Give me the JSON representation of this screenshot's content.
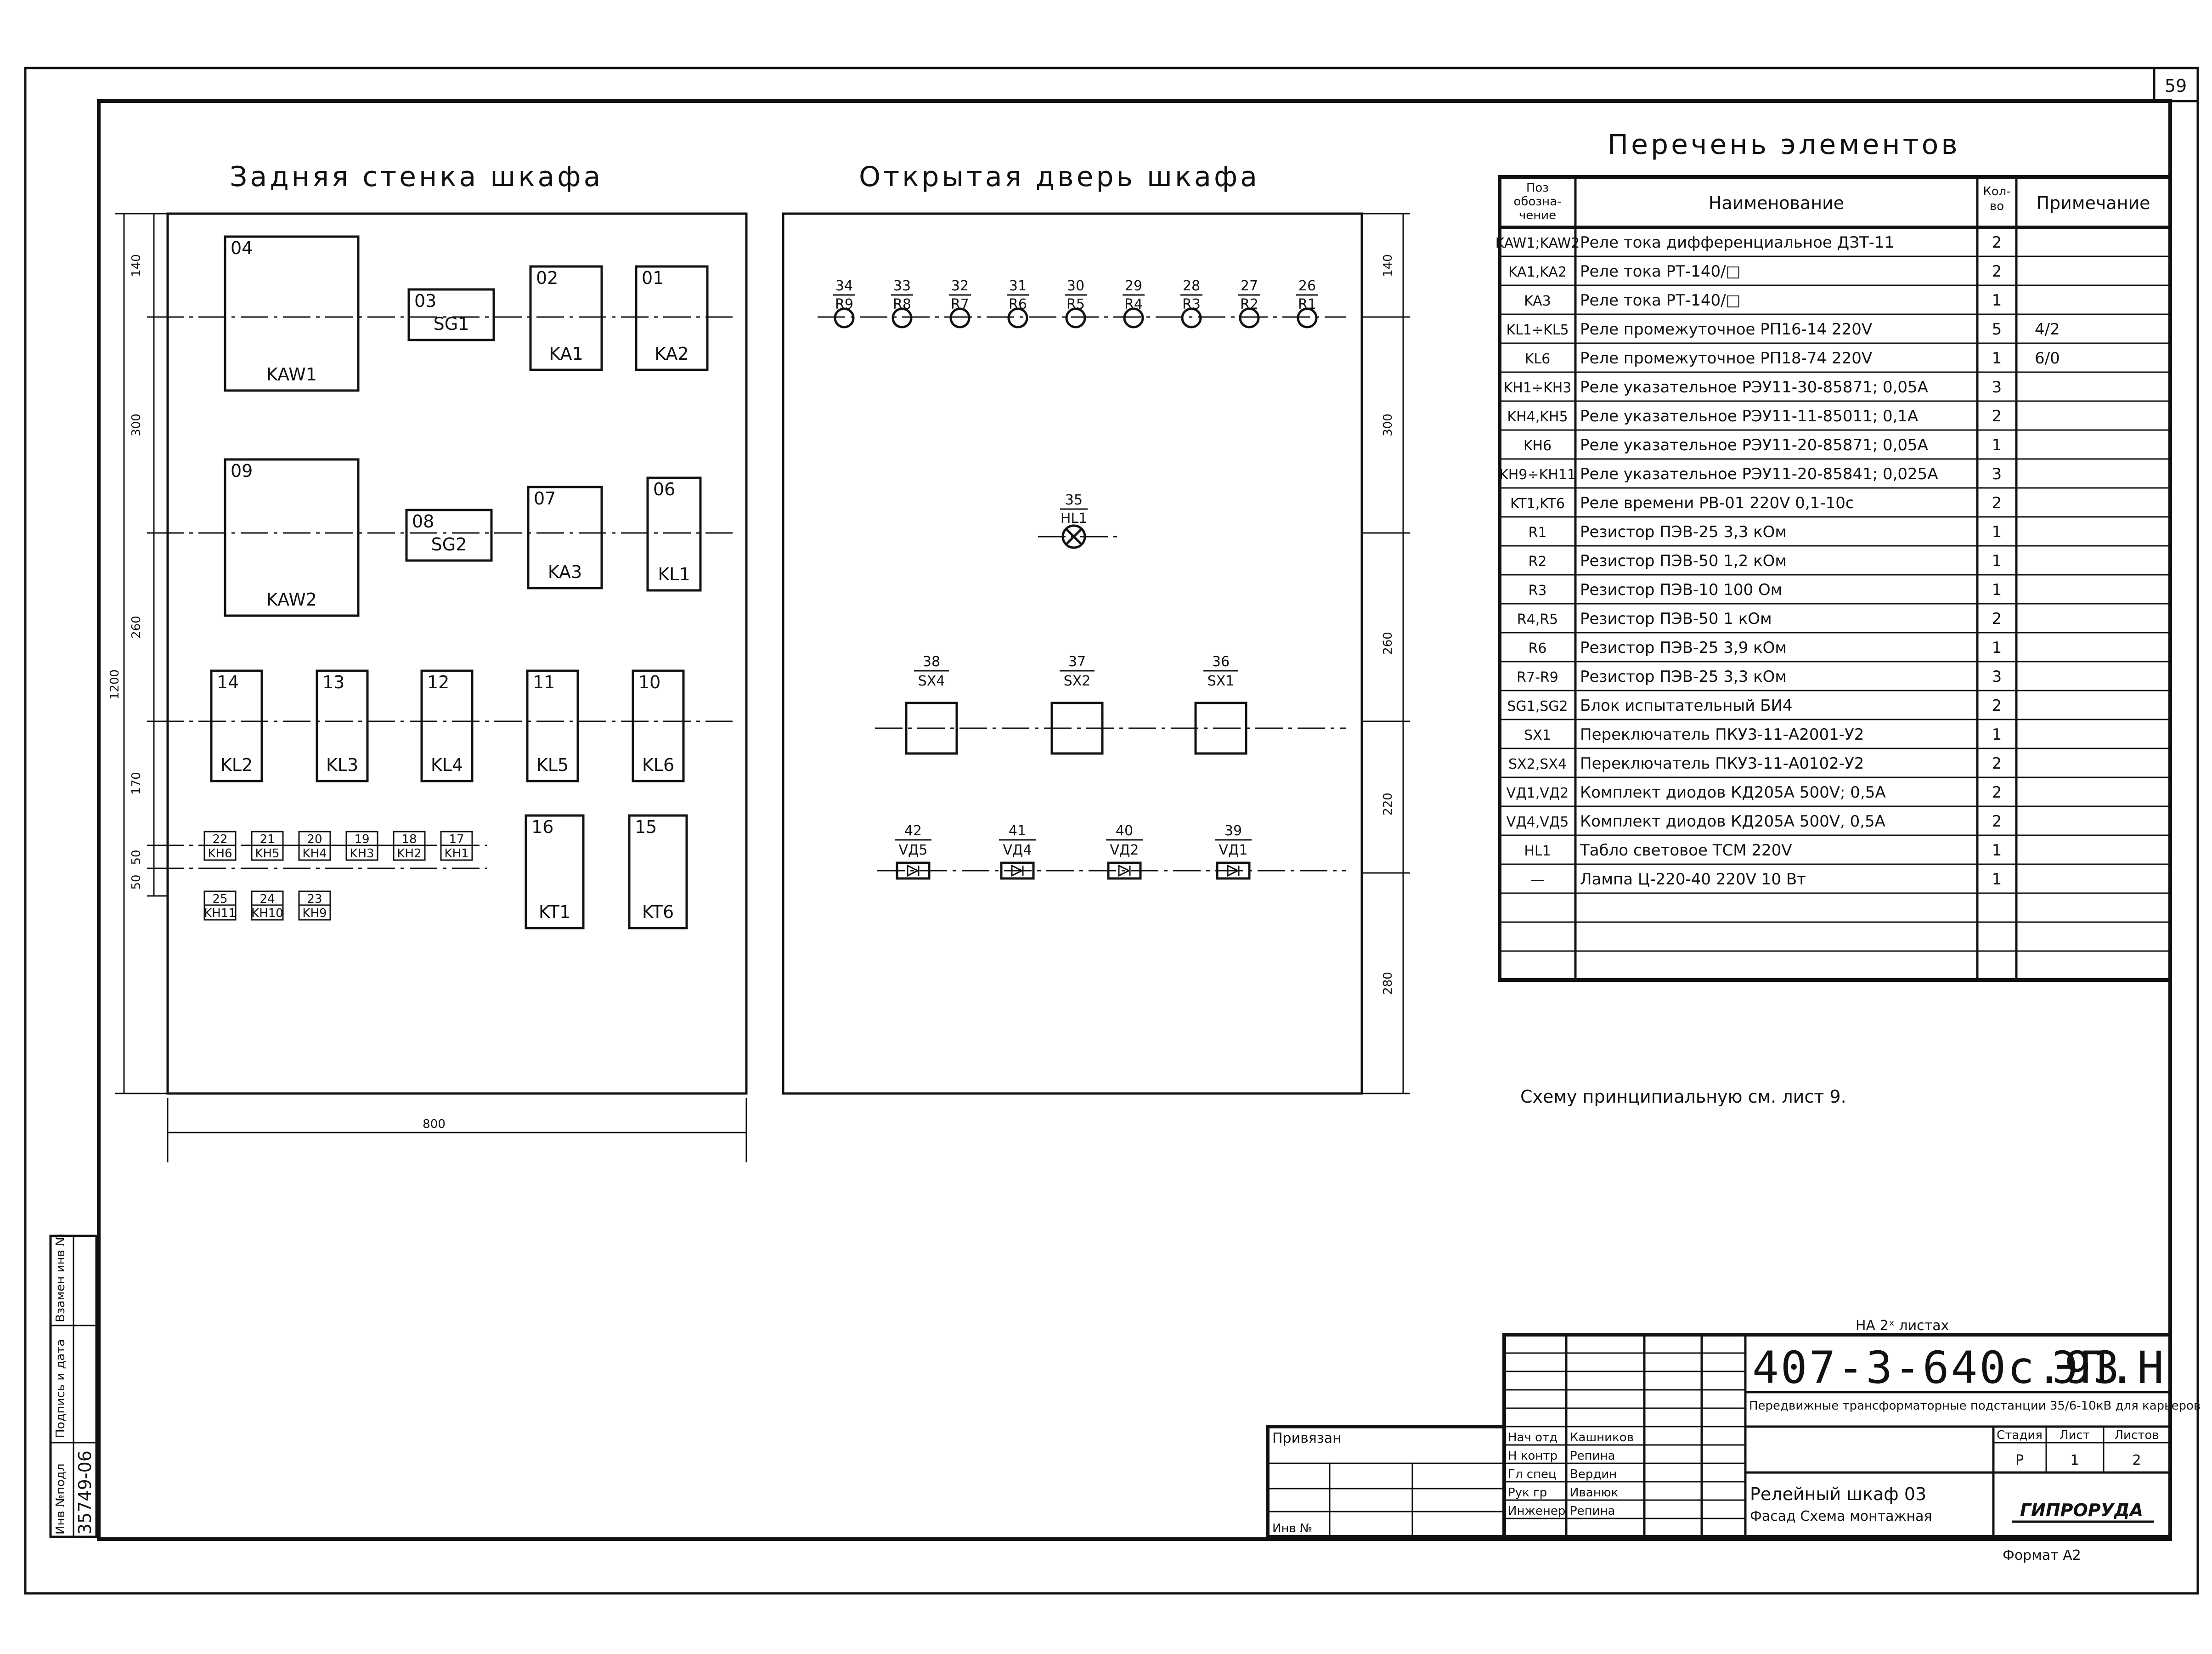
{
  "sheet_number": "59",
  "back_wall": {
    "title": "Задняя стенка шкафа",
    "dims_vertical": [
      "140",
      "300",
      "260",
      "170",
      "50",
      "50"
    ],
    "dim_total_height": "1200",
    "dim_total_width": "800",
    "devices": [
      {
        "pos": "04",
        "label": "KAW1"
      },
      {
        "pos": "03",
        "label": "SG1"
      },
      {
        "pos": "02",
        "label": "KA1"
      },
      {
        "pos": "01",
        "label": "KA2"
      },
      {
        "pos": "09",
        "label": "KAW2"
      },
      {
        "pos": "08",
        "label": "SG2"
      },
      {
        "pos": "07",
        "label": "KA3"
      },
      {
        "pos": "06",
        "label": "KL1"
      },
      {
        "pos": "14",
        "label": "KL2"
      },
      {
        "pos": "13",
        "label": "KL3"
      },
      {
        "pos": "12",
        "label": "KL4"
      },
      {
        "pos": "11",
        "label": "KL5"
      },
      {
        "pos": "10",
        "label": "KL6"
      },
      {
        "pos": "16",
        "label": "KT1"
      },
      {
        "pos": "15",
        "label": "KT6"
      }
    ],
    "small_row1": [
      {
        "pos": "22",
        "label": "KH6"
      },
      {
        "pos": "21",
        "label": "KH5"
      },
      {
        "pos": "20",
        "label": "KH4"
      },
      {
        "pos": "19",
        "label": "KH3"
      },
      {
        "pos": "18",
        "label": "KH2"
      },
      {
        "pos": "17",
        "label": "KH1"
      }
    ],
    "small_row2": [
      {
        "pos": "25",
        "label": "KH11"
      },
      {
        "pos": "24",
        "label": "KH10"
      },
      {
        "pos": "23",
        "label": "KH9"
      }
    ]
  },
  "door": {
    "title": "Открытая дверь шкафа",
    "dims_vertical": [
      "140",
      "300",
      "260",
      "220",
      "280"
    ],
    "resistors": [
      {
        "pos": "34",
        "label": "R9"
      },
      {
        "pos": "33",
        "label": "R8"
      },
      {
        "pos": "32",
        "label": "R7"
      },
      {
        "pos": "31",
        "label": "R6"
      },
      {
        "pos": "30",
        "label": "R5"
      },
      {
        "pos": "29",
        "label": "R4"
      },
      {
        "pos": "28",
        "label": "R3"
      },
      {
        "pos": "27",
        "label": "R2"
      },
      {
        "pos": "26",
        "label": "R1"
      }
    ],
    "lamp": {
      "pos": "35",
      "label": "HL1"
    },
    "switches": [
      {
        "pos": "38",
        "label": "SX4"
      },
      {
        "pos": "37",
        "label": "SX2"
      },
      {
        "pos": "36",
        "label": "SX1"
      }
    ],
    "diodes": [
      {
        "pos": "42",
        "label": "VД5"
      },
      {
        "pos": "41",
        "label": "VД4"
      },
      {
        "pos": "40",
        "label": "VД2"
      },
      {
        "pos": "39",
        "label": "VД1"
      }
    ]
  },
  "elements_list": {
    "title": "Перечень элементов",
    "headers": {
      "pos": "Поз обозна- чение",
      "name": "Наименование",
      "qty": "Кол- во",
      "note": "Примечание"
    },
    "rows": [
      {
        "pos": "KAW1;KAW2",
        "name": "Реле тока дифференциальное ДЗТ-11",
        "qty": "2",
        "note": ""
      },
      {
        "pos": "KA1,KA2",
        "name": "Реле тока РТ-140/□",
        "qty": "2",
        "note": ""
      },
      {
        "pos": "KA3",
        "name": "Реле тока РТ-140/□",
        "qty": "1",
        "note": ""
      },
      {
        "pos": "KL1÷KL5",
        "name": "Реле промежуточное РП16-14 220V",
        "qty": "5",
        "note": "4/2"
      },
      {
        "pos": "KL6",
        "name": "Реле промежуточное РП18-74 220V",
        "qty": "1",
        "note": "6/0"
      },
      {
        "pos": "KH1÷KH3",
        "name": "Реле указательное РЭУ11-30-85871; 0,05А",
        "qty": "3",
        "note": ""
      },
      {
        "pos": "KH4,KH5",
        "name": "Реле указательное РЭУ11-11-85011; 0,1А",
        "qty": "2",
        "note": ""
      },
      {
        "pos": "KH6",
        "name": "Реле указательное РЭУ11-20-85871; 0,05А",
        "qty": "1",
        "note": ""
      },
      {
        "pos": "KH9÷KH11",
        "name": "Реле указательное РЭУ11-20-85841; 0,025А",
        "qty": "3",
        "note": ""
      },
      {
        "pos": "KT1,KT6",
        "name": "Реле времени РВ-01 220V 0,1-10с",
        "qty": "2",
        "note": ""
      },
      {
        "pos": "R1",
        "name": "Резистор ПЭВ-25 3,3 кОм",
        "qty": "1",
        "note": ""
      },
      {
        "pos": "R2",
        "name": "Резистор ПЭВ-50 1,2 кОм",
        "qty": "1",
        "note": ""
      },
      {
        "pos": "R3",
        "name": "Резистор ПЭВ-10 100 Ом",
        "qty": "1",
        "note": ""
      },
      {
        "pos": "R4,R5",
        "name": "Резистор ПЭВ-50 1 кОм",
        "qty": "2",
        "note": ""
      },
      {
        "pos": "R6",
        "name": "Резистор ПЭВ-25 3,9 кОм",
        "qty": "1",
        "note": ""
      },
      {
        "pos": "R7-R9",
        "name": "Резистор ПЭВ-25 3,3 кОм",
        "qty": "3",
        "note": ""
      },
      {
        "pos": "SG1,SG2",
        "name": "Блок испытательный БИ4",
        "qty": "2",
        "note": ""
      },
      {
        "pos": "SX1",
        "name": "Переключатель ПКУ3-11-А2001-У2",
        "qty": "1",
        "note": ""
      },
      {
        "pos": "SX2,SX4",
        "name": "Переключатель ПКУ3-11-А0102-У2",
        "qty": "2",
        "note": ""
      },
      {
        "pos": "VД1,VД2",
        "name": "Комплект диодов КД205А 500V; 0,5А",
        "qty": "2",
        "note": ""
      },
      {
        "pos": "VД4,VД5",
        "name": "Комплект диодов КД205А 500V, 0,5А",
        "qty": "2",
        "note": ""
      },
      {
        "pos": "HL1",
        "name": "Табло световое ТСМ 220V",
        "qty": "1",
        "note": ""
      },
      {
        "pos": "—",
        "name": "Лампа Ц-220-40 220V 10 Вт",
        "qty": "1",
        "note": ""
      }
    ]
  },
  "note_schematic": "Схему принципиальную см. лист 9.",
  "sheets_note": "НА 2ˣ листах",
  "title_block": {
    "doc_number": "407-3-640с.93",
    "doc_code": "ЭП.Н",
    "project": "Передвижные трансформаторные подстанции 35/6-10кВ для карьеров",
    "drawing_title_1": "Релейный шкаф 03",
    "drawing_title_2": "Фасад Схема монтажная",
    "stage_label": "Стадия",
    "sheet_label": "Лист",
    "sheets_label": "Листов",
    "stage": "Р",
    "sheet": "1",
    "sheets": "2",
    "company": "ГИПРОРУДА",
    "privyazan": "Привязан",
    "inv_label": "Инв №",
    "roles": [
      {
        "role": "Нач отд",
        "name": "Кашников"
      },
      {
        "role": "Н контр",
        "name": "Репина"
      },
      {
        "role": "Гл спец",
        "name": "Вердин"
      },
      {
        "role": "Рук гр",
        "name": "Иванюк"
      },
      {
        "role": "Инженер",
        "name": "Репина"
      }
    ]
  },
  "left_stamp": {
    "inv_original": "Инв №подл",
    "signature_date": "Подпись и дата",
    "replace_inv": "Взамен инв №",
    "inv_value": "35749-06"
  },
  "format": "Формат А2"
}
